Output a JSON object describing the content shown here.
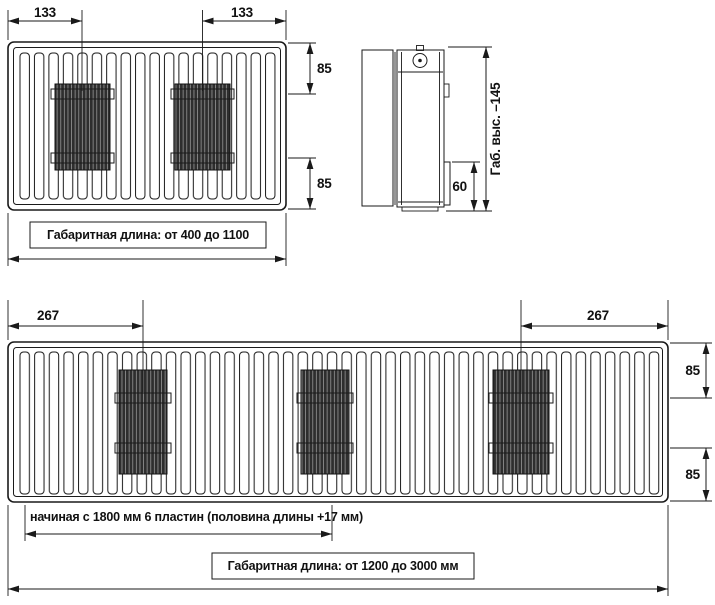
{
  "drawing": {
    "ink": "#1a1a1a",
    "background": "#ffffff"
  },
  "small_radiator": {
    "dim_tap_left": "133",
    "dim_tap_right": "133",
    "dim_top_connection": "85",
    "dim_bottom_connection": "85",
    "length_label": "Габаритная длина: от 400 до 1100"
  },
  "side_view": {
    "dim_depth": "60",
    "height_label": "Габ. выс. –145"
  },
  "large_radiator": {
    "dim_tap_left": "267",
    "dim_tap_right": "267",
    "dim_top_connection": "85",
    "dim_bottom_connection": "85",
    "plates_note": "начиная с 1800 мм 6 пластин (половина длины +17 мм)",
    "length_label": "Габаритная длина: от 1200 до 3000 мм"
  }
}
